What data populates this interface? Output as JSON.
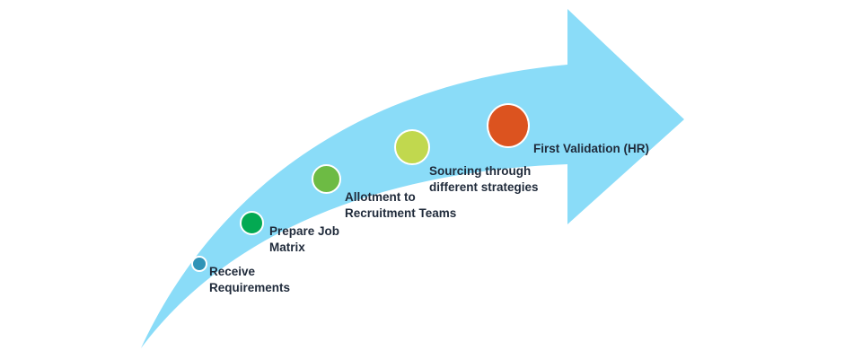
{
  "title": "Recruitment process flow",
  "arrow_color": "#8adcf8",
  "steps": [
    {
      "label_line1": "Receive",
      "label_line2": "Requirements",
      "color": "#2f93b7"
    },
    {
      "label_line1": "Prepare Job",
      "label_line2": "Matrix",
      "color": "#03a952"
    },
    {
      "label_line1": "Allotment to",
      "label_line2": "Recruitment Teams",
      "color": "#6dbb44"
    },
    {
      "label_line1": "Sourcing through",
      "label_line2": "different strategies",
      "color": "#c1d84e"
    },
    {
      "label_line1": "First Validation (HR)",
      "label_line2": "",
      "color": "#dc531f"
    }
  ]
}
